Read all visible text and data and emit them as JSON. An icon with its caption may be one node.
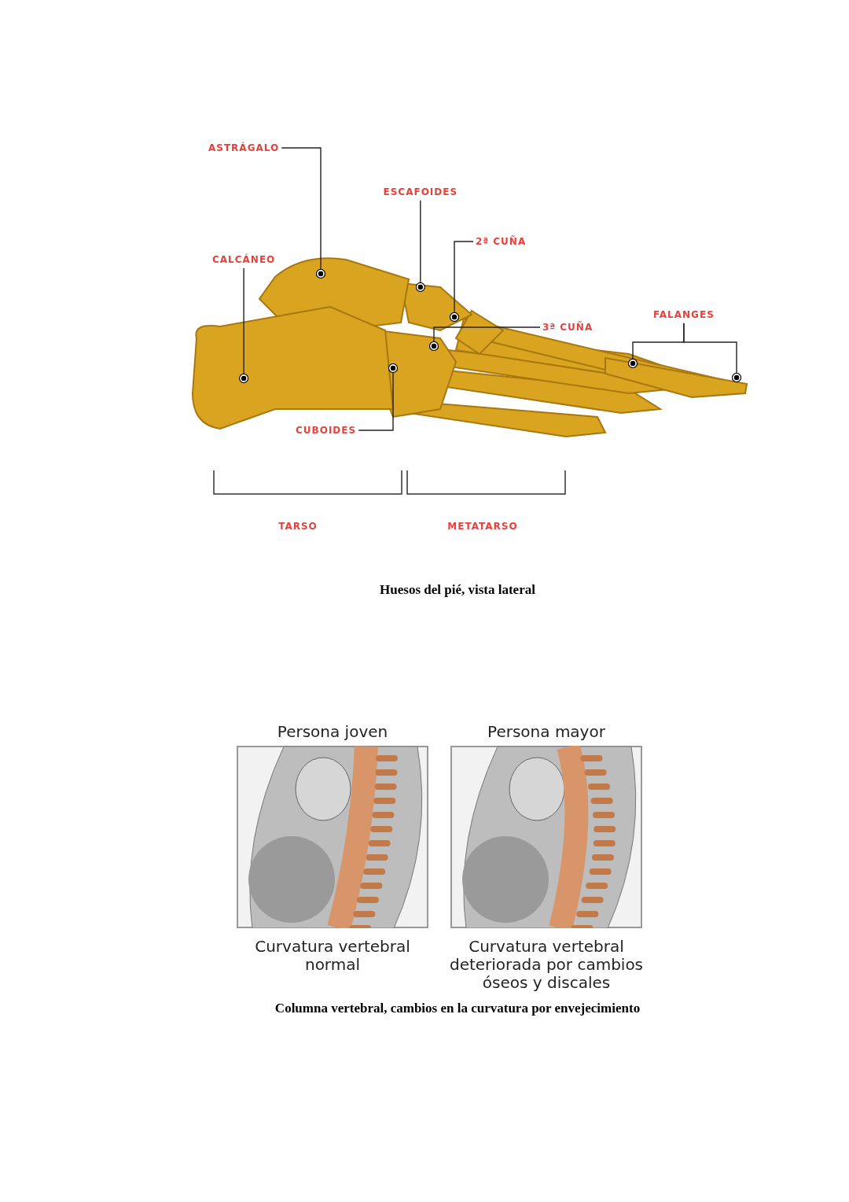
{
  "diagram": {
    "nodes": [
      {
        "text": [
          "ASTRÁGALO"
        ]
      },
      {
        "text": [
          "ESCAFOIDES"
        ]
      },
      {
        "text": [
          "2ª CUÑA"
        ]
      },
      {
        "text": [
          "CALCÁNEO"
        ]
      },
      {
        "text": [
          "FALANGES"
        ]
      },
      {
        "text": [
          "3ª CUÑA"
        ]
      },
      {
        "text": [
          "CUBOIDES"
        ]
      },
      {
        "text": [
          "Persona joven"
        ],
        "beside": [
          "Curvatura vertebral normal"
        ]
      },
      {
        "text": [
          "Persona mayor"
        ],
        "beside": [
          "Curvatura vertebral deteriorada por cambios óseos y discales"
        ]
      }
    ],
    "edges": [
      {
        "from": 0,
        "to": null,
        "arrow": "other"
      },
      {
        "from": 1,
        "to": null,
        "arrow": "other"
      },
      {
        "from": 2,
        "to": null,
        "arrow": "other"
      },
      {
        "from": 3,
        "to": null,
        "arrow": "other"
      },
      {
        "from": 4,
        "to": null,
        "arrow": "other"
      },
      {
        "from": 4,
        "to": null,
        "arrow": "other"
      },
      {
        "from": 5,
        "to": null,
        "arrow": "other"
      },
      {
        "from": 6,
        "to": null,
        "arrow": "other"
      }
    ],
    "labels": [
      "TARSO",
      "METATARSO",
      "Huesos del pié, vista lateral",
      "Columna vertebral, cambios en la curvatura por envejecimiento"
    ]
  }
}
